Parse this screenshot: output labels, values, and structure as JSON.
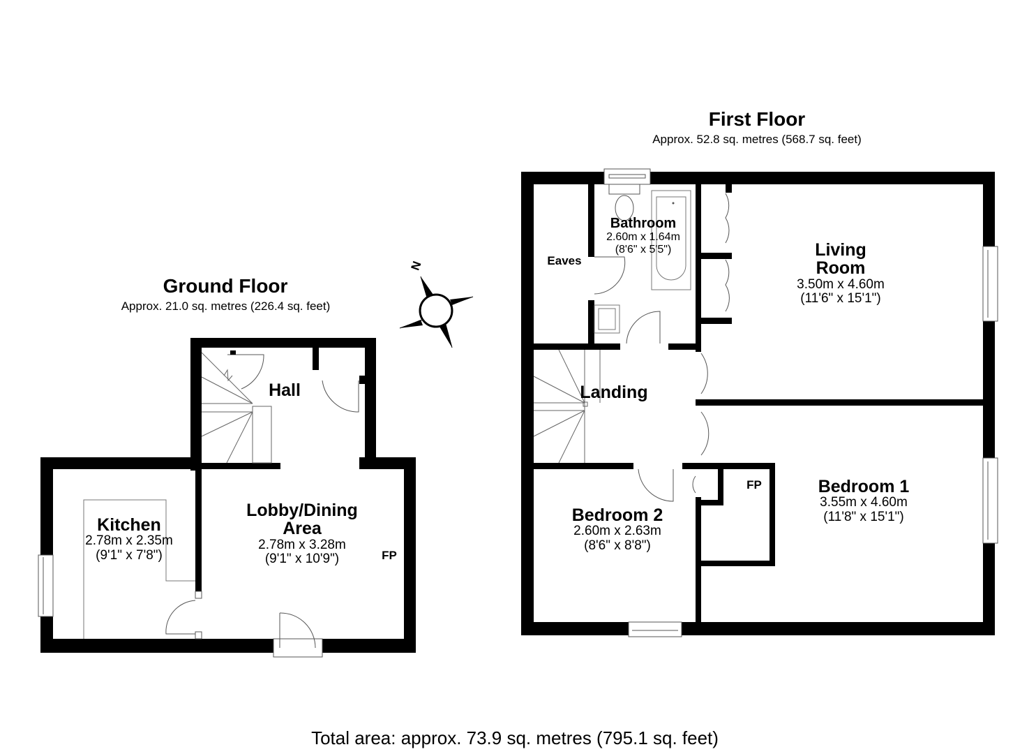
{
  "floors": {
    "ground": {
      "title": "Ground Floor",
      "area": "Approx. 21.0 sq. metres (226.4 sq. feet)",
      "rooms": [
        {
          "name": "Hall",
          "dims_m": "",
          "dims_ft": ""
        },
        {
          "name": "Kitchen",
          "dims_m": "2.78m x 2.35m",
          "dims_ft": "(9'1\" x 7'8\")"
        },
        {
          "name": "Lobby/Dining Area",
          "line1": "Lobby/Dining",
          "line2": "Area",
          "dims_m": "2.78m x 3.28m",
          "dims_ft": "(9'1\" x 10'9\")"
        }
      ],
      "labels": {
        "fp": "FP"
      }
    },
    "first": {
      "title": "First Floor",
      "area": "Approx. 52.8 sq. metres (568.7 sq. feet)",
      "rooms": [
        {
          "name": "Bathroom",
          "dims_m": "2.60m x 1.64m",
          "dims_ft": "(8'6\" x 5'5\")"
        },
        {
          "name": "Eaves"
        },
        {
          "name": "Living Room",
          "line1": "Living",
          "line2": "Room",
          "dims_m": "3.50m x 4.60m",
          "dims_ft": "(11'6\" x 15'1\")"
        },
        {
          "name": "Landing"
        },
        {
          "name": "Bedroom 2",
          "dims_m": "2.60m x 2.63m",
          "dims_ft": "(8'6\" x 8'8\")"
        },
        {
          "name": "Bedroom 1",
          "dims_m": "3.55m x 4.60m",
          "dims_ft": "(11'8\" x 15'1\")"
        }
      ],
      "labels": {
        "fp": "FP"
      }
    }
  },
  "compass": {
    "label": "N",
    "icon": "compass-rose-icon"
  },
  "total_area": "Total area: approx. 73.9 sq. metres (795.1 sq. feet)",
  "colors": {
    "wall": "#000000",
    "fixture": "#555555",
    "background": "#ffffff"
  }
}
